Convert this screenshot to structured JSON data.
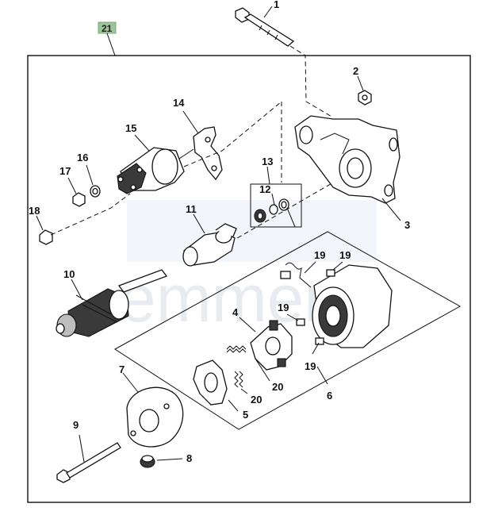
{
  "diagram": {
    "group_badge": "21",
    "colors": {
      "badge_fill": "#9dc49a",
      "line": "#111111",
      "watermark": "#d7dde6"
    },
    "callouts": [
      {
        "id": "c1",
        "label": "1"
      },
      {
        "id": "c2",
        "label": "2"
      },
      {
        "id": "c3",
        "label": "3"
      },
      {
        "id": "c4",
        "label": "4"
      },
      {
        "id": "c5",
        "label": "5"
      },
      {
        "id": "c6",
        "label": "6"
      },
      {
        "id": "c7",
        "label": "7"
      },
      {
        "id": "c8",
        "label": "8"
      },
      {
        "id": "c9",
        "label": "9"
      },
      {
        "id": "c10",
        "label": "10"
      },
      {
        "id": "c11",
        "label": "11"
      },
      {
        "id": "c12",
        "label": "12"
      },
      {
        "id": "c13",
        "label": "13"
      },
      {
        "id": "c14",
        "label": "14"
      },
      {
        "id": "c15",
        "label": "15"
      },
      {
        "id": "c16",
        "label": "16"
      },
      {
        "id": "c17",
        "label": "17"
      },
      {
        "id": "c18",
        "label": "18"
      },
      {
        "id": "c19a",
        "label": "19"
      },
      {
        "id": "c19b",
        "label": "19"
      },
      {
        "id": "c19c",
        "label": "19"
      },
      {
        "id": "c19d",
        "label": "19"
      },
      {
        "id": "c20a",
        "label": "20"
      },
      {
        "id": "c20b",
        "label": "20"
      }
    ],
    "watermark": "emmers"
  }
}
